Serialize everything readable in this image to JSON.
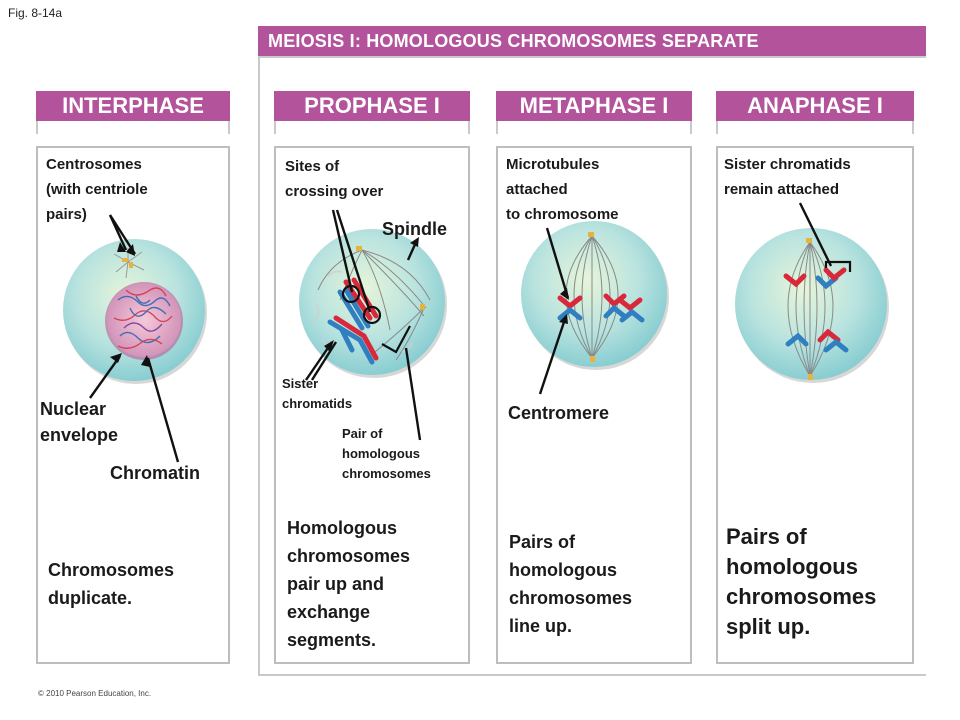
{
  "fig_label": "Fig. 8-14a",
  "banner": "MEIOSIS I: HOMOLOGOUS CHROMOSOMES SEPARATE",
  "phases": [
    {
      "title": "INTERPHASE",
      "labels": {
        "centrosomes": "Centrosomes\n(with centriole\npairs)",
        "nuclear_envelope": "Nuclear\nenvelope",
        "chromatin": "Chromatin"
      },
      "description": "Chromosomes\nduplicate."
    },
    {
      "title": "PROPHASE I",
      "labels": {
        "sites_crossing": "Sites of\ncrossing over",
        "spindle": "Spindle",
        "sister_chromatids": "Sister\nchromatids",
        "pair_homologous": "Pair of\nhomologous\nchromosomes"
      },
      "description": "Homologous\nchromosomes\npair up and\nexchange\nsegments."
    },
    {
      "title": "METAPHASE I",
      "labels": {
        "microtubules": "Microtubules\nattached\nto chromosome",
        "centromere": "Centromere"
      },
      "description": "Pairs of\nhomologous\nchromosomes\nline up."
    },
    {
      "title": "ANAPHASE I",
      "labels": {
        "sister_remain": "Sister chromatids\nremain attached"
      },
      "description": "Pairs of\nhomologous\nchromosomes\nsplit up."
    }
  ],
  "copyright": "© 2010 Pearson Education, Inc.",
  "colors": {
    "accent": "#b2539b",
    "cell_fill": "#a9dde0",
    "chromosome_red": "#d8283a",
    "chromosome_blue": "#2f7fc1"
  }
}
